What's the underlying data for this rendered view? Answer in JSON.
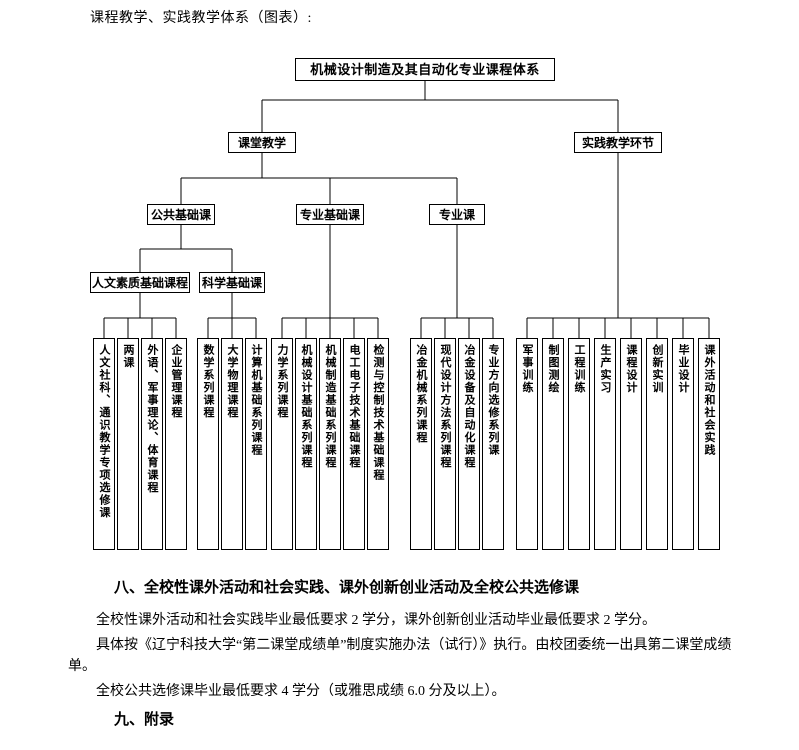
{
  "page": {
    "intro": "课程教学、实践教学体系（图表）:"
  },
  "diagram": {
    "root": "机械设计制造及其自动化专业课程体系",
    "nodes": {
      "classroom": "课堂教学",
      "practice": "实践教学环节",
      "public_basic": "公共基础课",
      "major_basic": "专业基础课",
      "major": "专业课",
      "humanities": "人文素质基础课程",
      "science": "科学基础课"
    },
    "leaves": {
      "humanities": [
        "人文社科、通识教学专项选修课",
        "两课",
        "外语、军事理论、体育课程",
        "企业管理课程"
      ],
      "science": [
        "数学系列课程",
        "大学物理课程",
        "计算机基础系列课程"
      ],
      "major_basic": [
        "力学系列课程",
        "机械设计基础系列课程",
        "机械制造基础系列课程",
        "电工电子技术基础课程",
        "检测与控制技术基础课程"
      ],
      "major": [
        "冶金机械系列课程",
        "现代设计方法系列课程",
        "冶金设备及自动化课程",
        "专业方向选修系列课"
      ],
      "practice": [
        "军事训练",
        "制图测绘",
        "工程训练",
        "生产实习",
        "课程设计",
        "创新实训",
        "毕业设计",
        "课外活动和社会实践"
      ]
    }
  },
  "sections": {
    "heading8": "八、全校性课外活动和社会实践、课外创新创业活动及全校公共选修课",
    "para1": "全校性课外活动和社会实践毕业最低要求 2 学分，课外创新创业活动毕业最低要求 2 学分。",
    "para2": "具体按《辽宁科技大学“第二课堂成绩单”制度实施办法（试行）》执行。由校团委统一出具第二课堂成绩单。",
    "para3": "全校公共选修课毕业最低要求 4 学分（或雅思成绩 6.0 分及以上）。",
    "heading9": "九、附录"
  }
}
